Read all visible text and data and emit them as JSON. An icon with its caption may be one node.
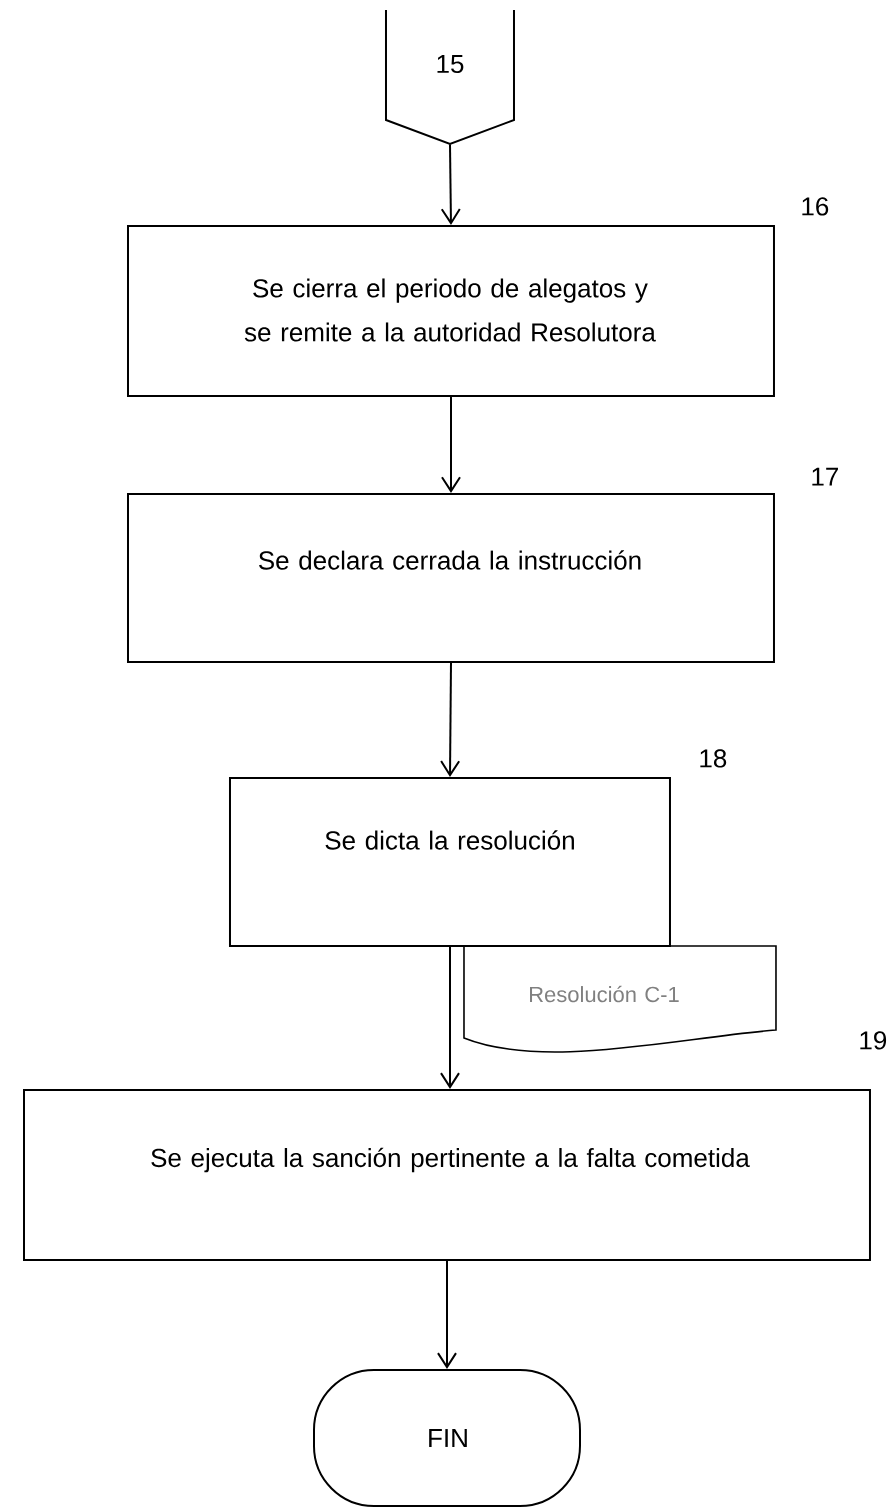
{
  "diagram": {
    "nodes": [
      {
        "text": [
          "15"
        ]
      },
      {
        "text": [
          "Se cierra el periodo de alegatos y se remite a la autoridad Resolutora"
        ],
        "beside": [
          "16"
        ]
      },
      {
        "text": [
          "Se declara cerrada la instrucción"
        ],
        "beside": [
          "17"
        ]
      },
      {
        "text": [
          "Se dicta la resolución"
        ],
        "beside": [
          "18"
        ]
      },
      {
        "text": [
          "Resolución C-1"
        ]
      },
      {
        "text": [
          "Se ejecuta la sanción pertinente a la falta cometida"
        ],
        "beside": [
          "19"
        ]
      },
      {
        "text": [
          "FIN"
        ]
      }
    ],
    "edges": [
      {
        "from": 0,
        "to": 1,
        "arrow": "to"
      },
      {
        "from": 1,
        "to": 2,
        "arrow": "to"
      },
      {
        "from": 2,
        "to": 3,
        "arrow": "to"
      },
      {
        "from": 3,
        "to": 5,
        "arrow": "to"
      },
      {
        "from": 5,
        "to": 6,
        "arrow": "to"
      }
    ]
  }
}
